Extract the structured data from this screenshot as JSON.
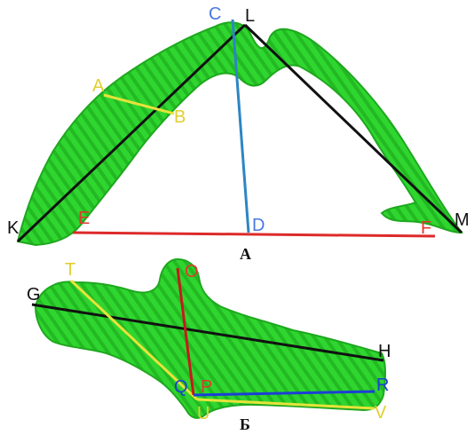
{
  "colors": {
    "bone_fill": "#2fd62f",
    "bone_edge": "#1ea81e",
    "bone_stripe": "#23b923",
    "black": "#111111",
    "blue_line": "#2c86c4",
    "yellow": "#e6e33a",
    "red": "#dd2a2a",
    "dark_red": "#c61a1a",
    "blue": "#1c3fd6",
    "label_blue": "#4a78e0",
    "label_yellow": "#e2cf2e",
    "label_red": "#e0382e"
  },
  "panel_a": {
    "caption": "А",
    "labels": {
      "C": "C",
      "L": "L",
      "A": "A",
      "B": "B",
      "K": "K",
      "E": "E",
      "D": "D",
      "F": "F",
      "M": "M"
    }
  },
  "panel_b": {
    "caption": "Б",
    "labels": {
      "G": "G",
      "T": "T",
      "O": "O",
      "H": "H",
      "Q": "Q",
      "P": "P",
      "R": "R",
      "U": "U",
      "V": "V"
    }
  }
}
